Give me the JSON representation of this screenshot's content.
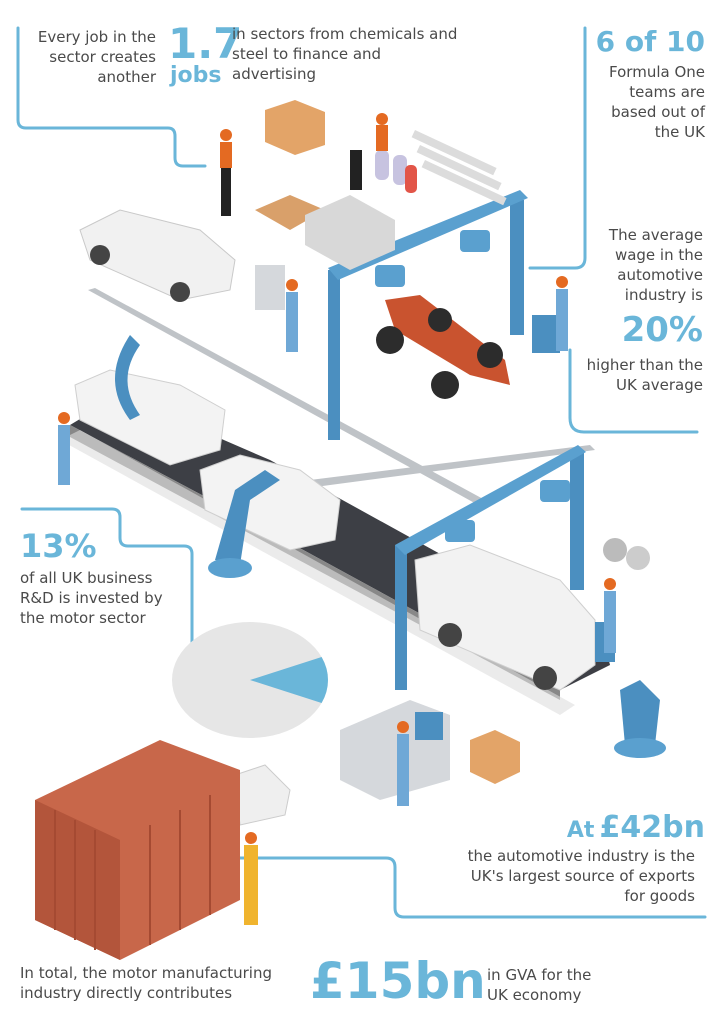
{
  "stats": {
    "jobs": {
      "lead": "Every job in the sector creates another",
      "value": "1.7",
      "unit": "jobs",
      "trail": "in sectors from chemicals and steel to finance and advertising"
    },
    "f1": {
      "value": "6 of 10",
      "text": "Formula One teams are based out of the UK"
    },
    "wage": {
      "lead": "The average wage in the automotive industry is",
      "value": "20%",
      "trail": "higher than the UK average"
    },
    "rnd": {
      "value": "13%",
      "text": "of all UK business R&D is invested by the motor sector",
      "share_percent": 13
    },
    "exports": {
      "prefix": "At",
      "value": "£42bn",
      "text": "the automotive industry is the UK's largest source of exports for goods"
    },
    "gva": {
      "lead": "In total, the motor manufacturing industry directly contributes",
      "value": "£15bn",
      "trail": "in GVA for the UK economy"
    }
  },
  "colors": {
    "accent": "#6ab6d9",
    "text": "#4a4a4a",
    "machine_blue": "#4b8fc0",
    "container": "#c8674a",
    "pie_bg": "#e6e6e6"
  }
}
